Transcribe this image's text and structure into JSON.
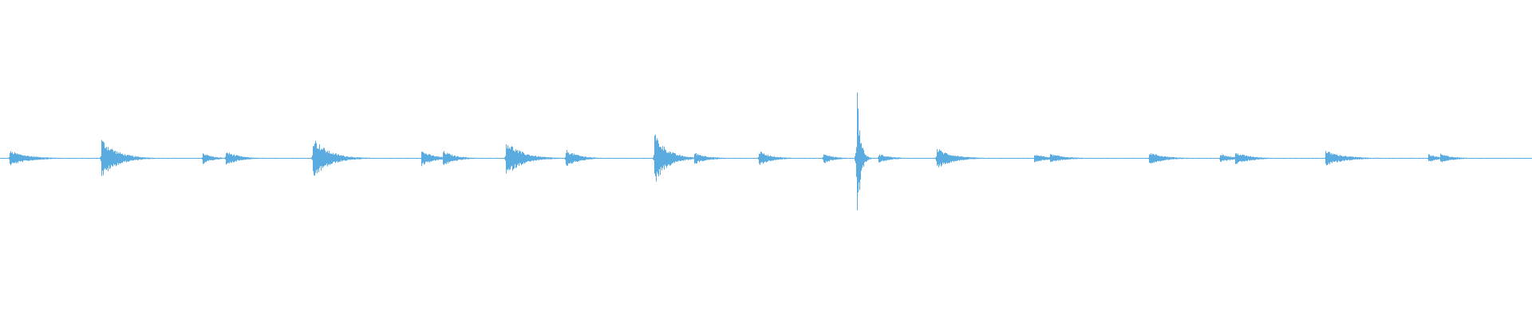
{
  "waveform": {
    "color": "#5aace0",
    "background": "#ffffff",
    "duration_fraction_span": [
      0,
      1
    ],
    "events": [
      {
        "t": 0.006,
        "amp": 0.05,
        "decay": 0.012
      },
      {
        "t": 0.066,
        "amp": 0.13,
        "decay": 0.01
      },
      {
        "t": 0.132,
        "amp": 0.04,
        "decay": 0.006
      },
      {
        "t": 0.147,
        "amp": 0.05,
        "decay": 0.008
      },
      {
        "t": 0.204,
        "amp": 0.14,
        "decay": 0.01
      },
      {
        "t": 0.275,
        "amp": 0.05,
        "decay": 0.008
      },
      {
        "t": 0.289,
        "amp": 0.05,
        "decay": 0.008
      },
      {
        "t": 0.33,
        "amp": 0.12,
        "decay": 0.01
      },
      {
        "t": 0.369,
        "amp": 0.06,
        "decay": 0.008
      },
      {
        "t": 0.427,
        "amp": 0.17,
        "decay": 0.008
      },
      {
        "t": 0.438,
        "amp": 0.04,
        "decay": 0.008
      },
      {
        "t": 0.453,
        "amp": 0.04,
        "decay": 0.008
      },
      {
        "t": 0.495,
        "amp": 0.05,
        "decay": 0.008
      },
      {
        "t": 0.537,
        "amp": 0.04,
        "decay": 0.006
      },
      {
        "t": 0.559,
        "amp": 0.53,
        "decay": 0.002
      },
      {
        "t": 0.573,
        "amp": 0.03,
        "decay": 0.008
      },
      {
        "t": 0.611,
        "amp": 0.07,
        "decay": 0.01
      },
      {
        "t": 0.675,
        "amp": 0.03,
        "decay": 0.008
      },
      {
        "t": 0.685,
        "amp": 0.03,
        "decay": 0.01
      },
      {
        "t": 0.75,
        "amp": 0.04,
        "decay": 0.01
      },
      {
        "t": 0.796,
        "amp": 0.03,
        "decay": 0.008
      },
      {
        "t": 0.806,
        "amp": 0.04,
        "decay": 0.01
      },
      {
        "t": 0.865,
        "amp": 0.05,
        "decay": 0.012
      },
      {
        "t": 0.932,
        "amp": 0.03,
        "decay": 0.006
      },
      {
        "t": 0.94,
        "amp": 0.03,
        "decay": 0.008
      }
    ]
  }
}
